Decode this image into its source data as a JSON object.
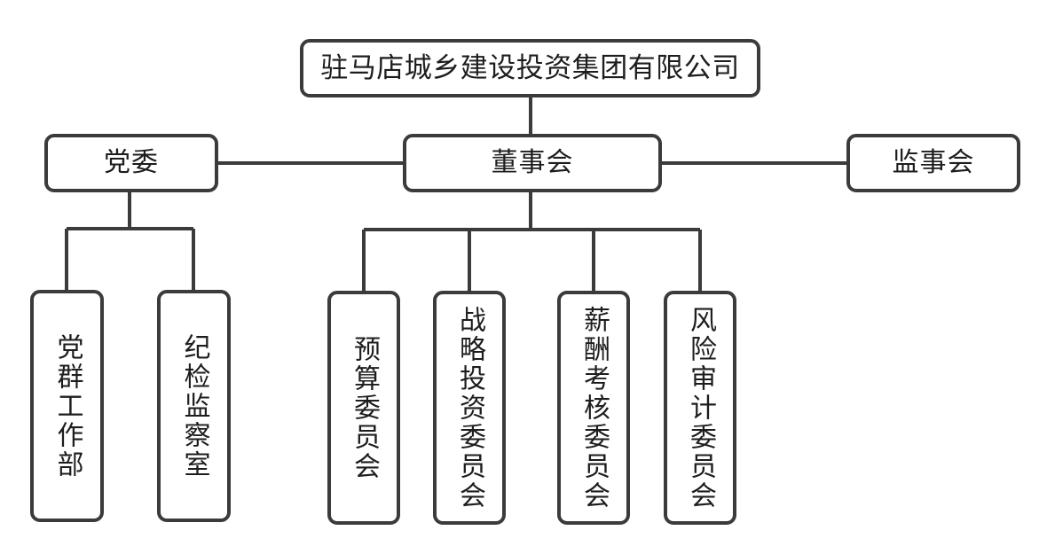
{
  "diagram": {
    "title_text": "驻马店城乡建设投资集团有限公司",
    "type": "organization-chart",
    "stroke_color": "#3b3b3b",
    "text_color": "#1d1d1d",
    "background_color": "#ffffff",
    "root": {
      "label": "驻马店城乡建设投资集团有限公司"
    },
    "level2": [
      {
        "label": "党委"
      },
      {
        "label": "董事会"
      },
      {
        "label": "监事会"
      }
    ],
    "party_children": [
      {
        "label": "党群工作部"
      },
      {
        "label": "纪检监察室"
      }
    ],
    "board_children": [
      {
        "label": "预算委员会"
      },
      {
        "label": "战略投资委员会"
      },
      {
        "label": "薪酬考核委员会"
      },
      {
        "label": "风险审计委员会"
      }
    ]
  }
}
